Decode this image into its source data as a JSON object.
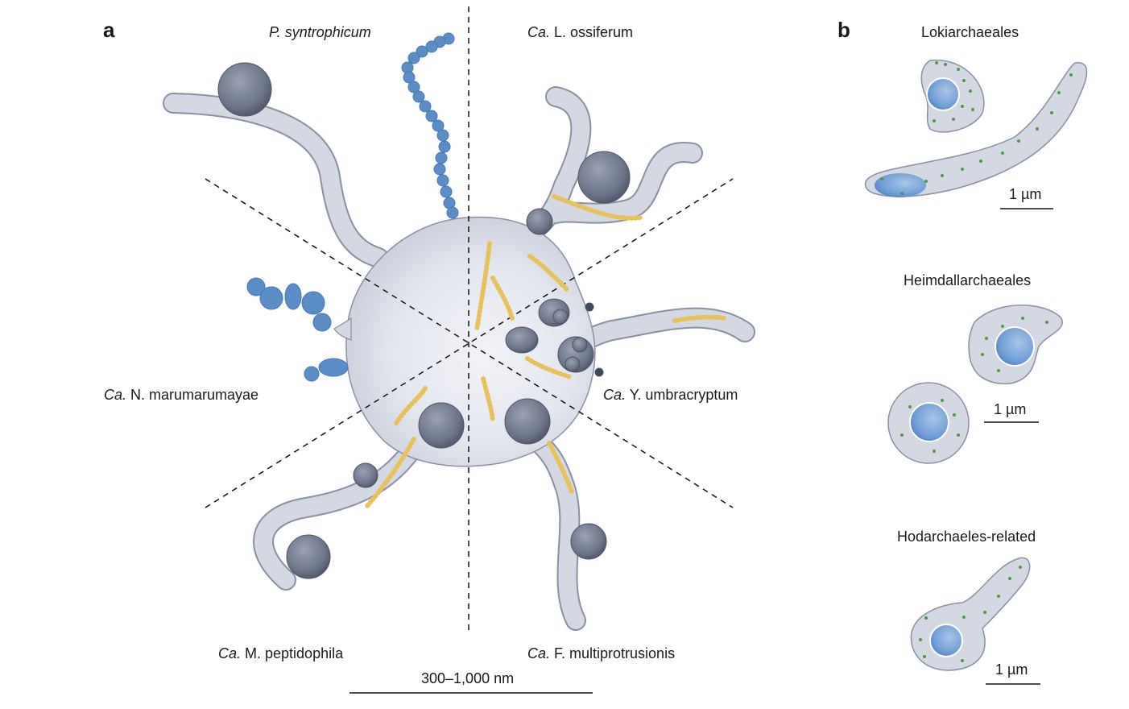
{
  "panels": {
    "a": {
      "letter": "a",
      "species": {
        "top_left": {
          "prefix": "P. syntrophicum",
          "name": ""
        },
        "top_right": {
          "prefix": "Ca.",
          "name": " L. ossiferum"
        },
        "mid_left": {
          "prefix": "Ca.",
          "name": " N. marumarumayae"
        },
        "mid_right": {
          "prefix": "Ca.",
          "name": " Y. umbracryptum"
        },
        "bottom_left": {
          "prefix": "Ca.",
          "name": " M. peptidophila"
        },
        "bottom_right": {
          "prefix": "Ca.",
          "name": " F. multiprotrusionis"
        }
      },
      "scale_bar": "300–1,000 nm"
    },
    "b": {
      "letter": "b",
      "groups": [
        {
          "title": "Lokiarchaeales",
          "scale": "1 µm"
        },
        {
          "title": "Heimdallarchaeales",
          "scale": "1 µm"
        },
        {
          "title": "Hodarchaeles-related",
          "scale": "1 µm"
        }
      ]
    }
  },
  "colors": {
    "cell_fill": "#d4d8e2",
    "cell_stroke": "#8890a6",
    "vesicle": "#6a7288",
    "partner_blue": "#5b8ec9",
    "filament_yellow": "#e8c15a",
    "dot_green": "#4e9a45",
    "nucleus_blue": "#6a9ad4"
  }
}
